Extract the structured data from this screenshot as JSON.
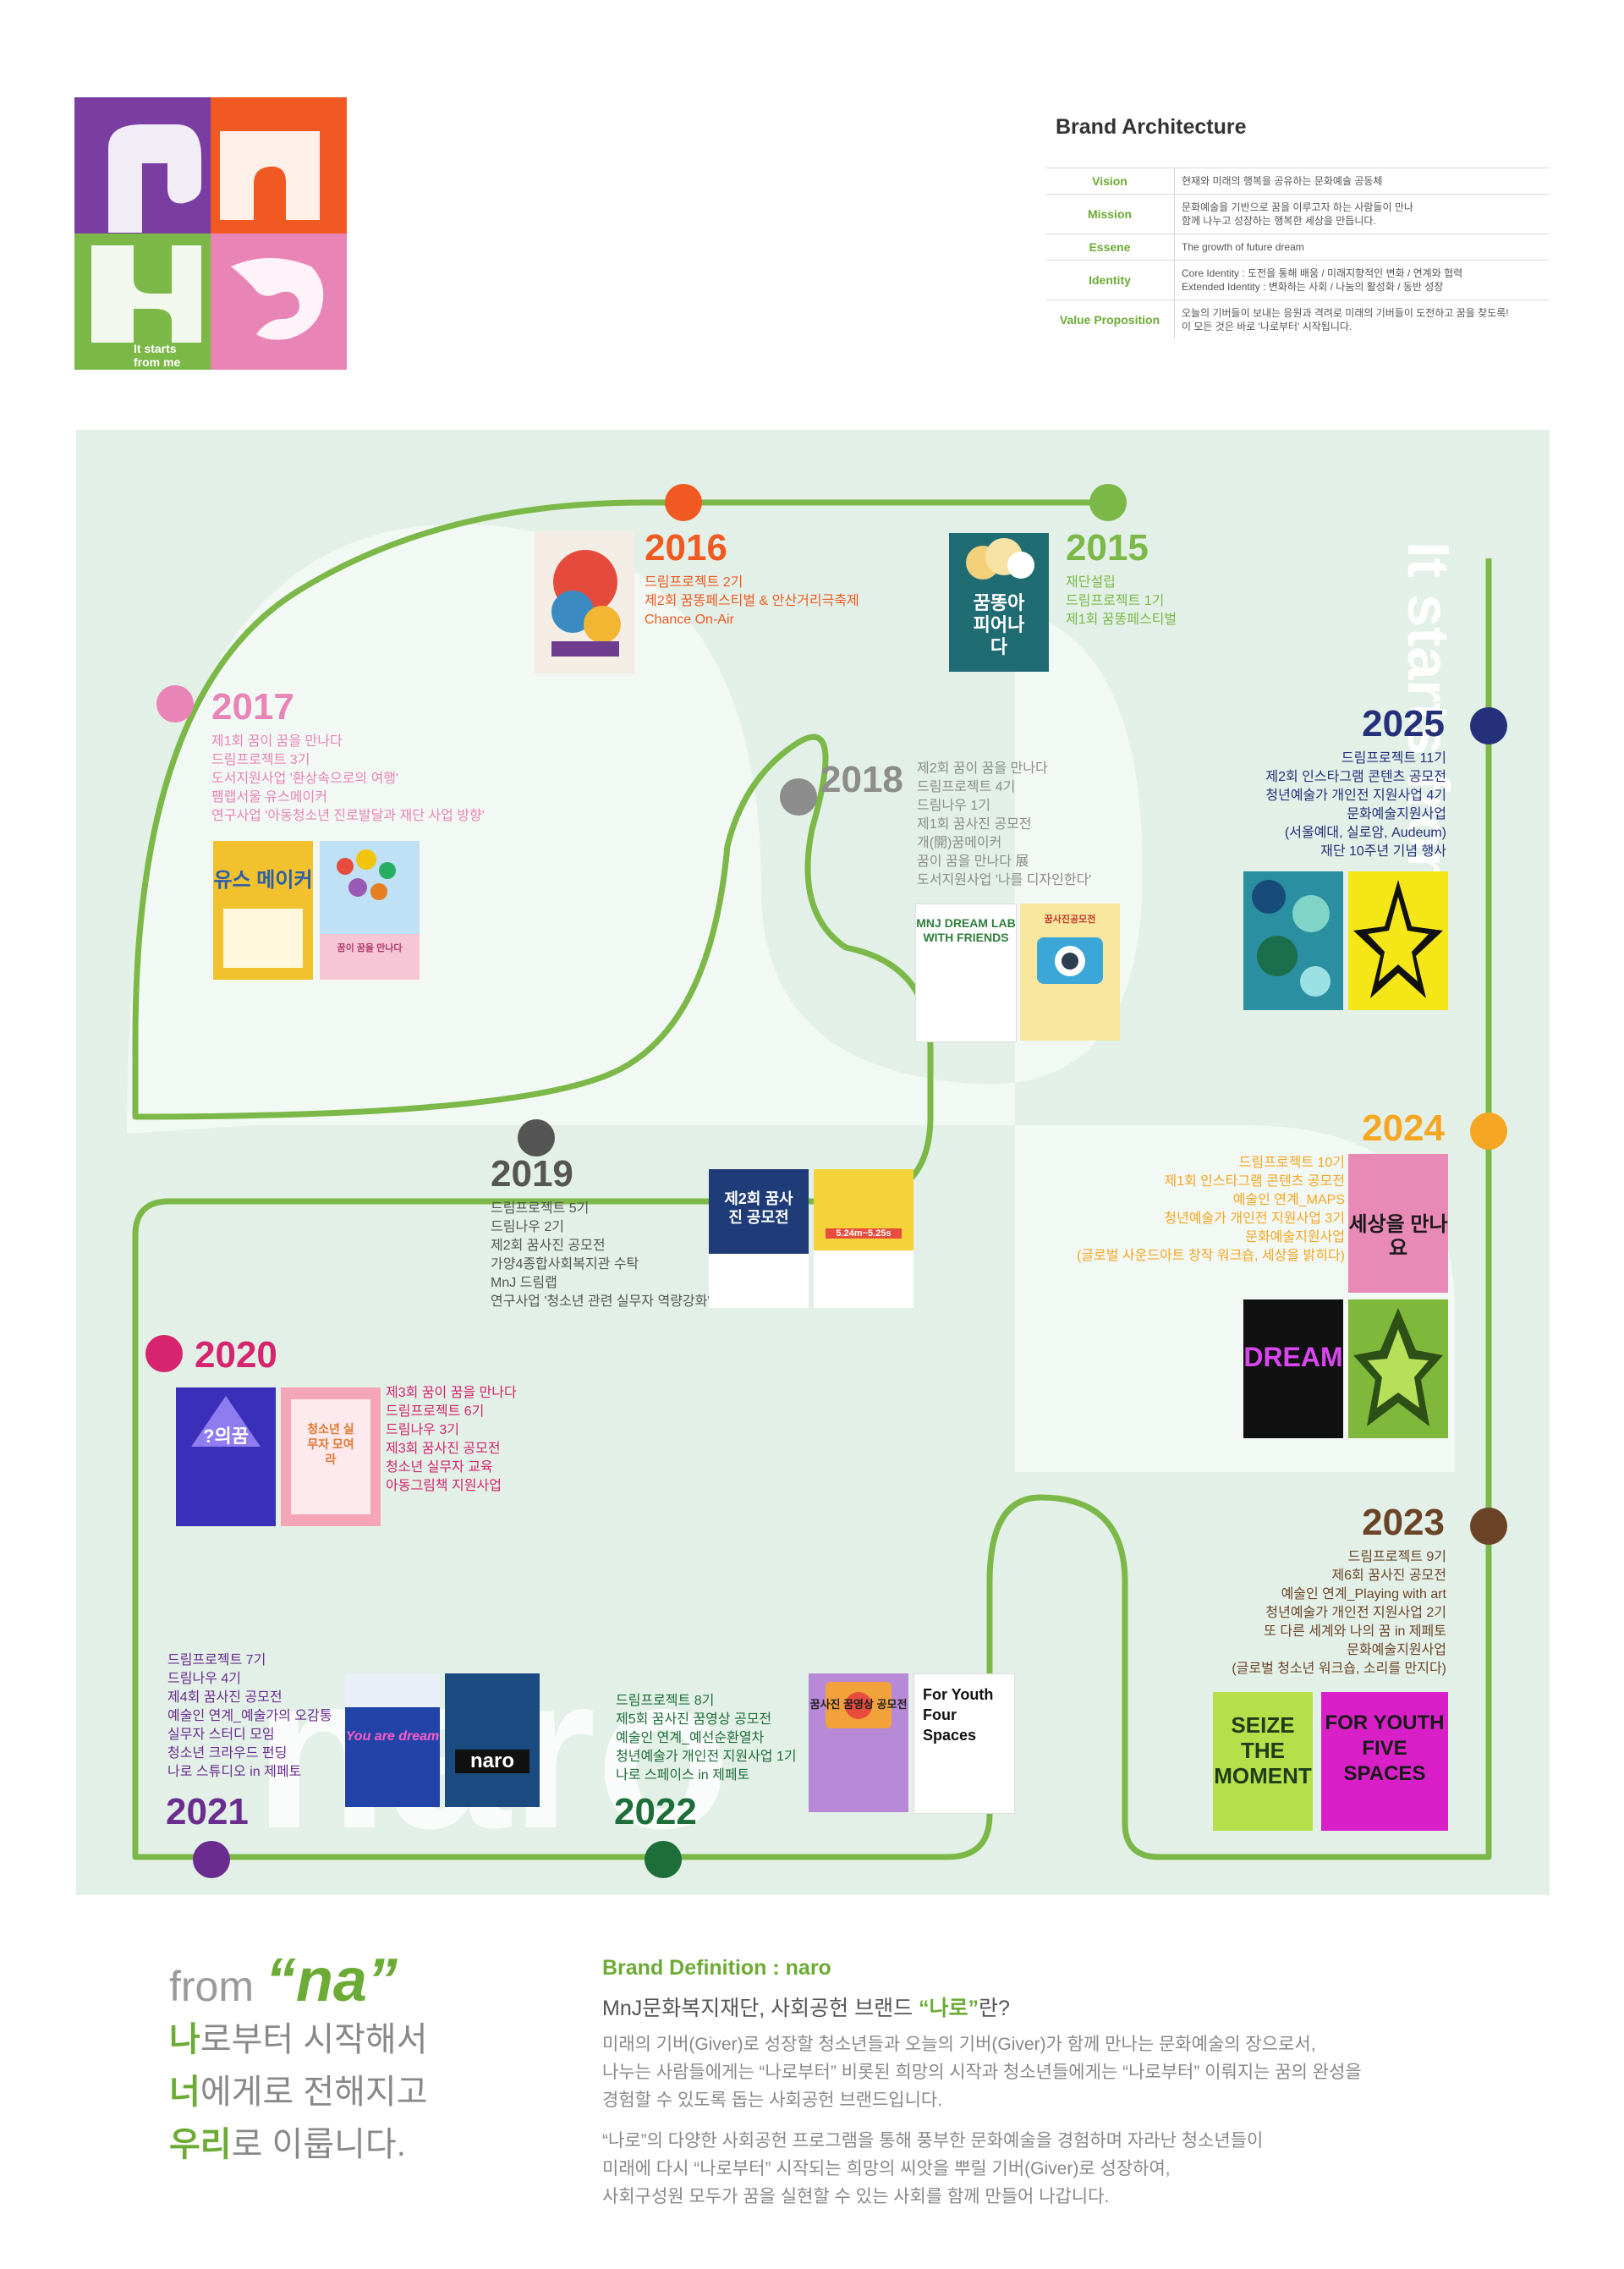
{
  "logo": {
    "tagline_line1": "It starts",
    "tagline_line2": "from me"
  },
  "architecture": {
    "title": "Brand Architecture",
    "rows": [
      {
        "key": "Vision",
        "value": "현재와 미래의 행복을 공유하는 문화예술 공동체"
      },
      {
        "key": "Mission",
        "value": "문화예술을 기반으로 꿈을 이루고자 하는 사람들이 만나\n함께 나누고 성장하는 행복한 세상을 만듭니다."
      },
      {
        "key": "Essene",
        "value": "The growth of future dream"
      },
      {
        "key": "Identity",
        "value": "Core Identity : 도전을 통해 배움 / 미래지향적인 변화 / 연계와 협력\nExtended Identity : 변화하는 사회 / 나눔의 활성화 / 동반 성장"
      },
      {
        "key": "Value Proposition",
        "value": "오늘의 기버들이 보내는 응원과 격려로 미래의 기버들이 도전하고 꿈을 찾도록!\n이 모든 것은 바로 '나로부터' 시작됩니다."
      }
    ]
  },
  "timeline": {
    "side_text": "It starts from me",
    "watermark": "naro",
    "years": [
      {
        "year": "2015",
        "color": "#7bb848",
        "lines": "재단설립\n드림프로젝트 1기\n제1회 꿈똥페스티벌"
      },
      {
        "year": "2016",
        "color": "#f05a22",
        "lines": "드림프로젝트 2기\n제2회 꿈똥페스티벌 & 안산거리극축제\nChance On-Air"
      },
      {
        "year": "2017",
        "color": "#e985b6",
        "lines": "제1회 꿈이 꿈을 만나다\n드림프로젝트 3기\n도서지원사업 '환상속으로의 여행'\n팸랩서울 유스메이커\n연구사업 '아동청소년 진로발달과 재단 사업 방향'"
      },
      {
        "year": "2018",
        "color": "#8c8c8c",
        "lines": "제2회 꿈이 꿈을 만나다\n드림프로젝트 4기\n드림나우 1기\n제1회 꿈사진 공모전\n개(開)꿈메이커\n꿈이 꿈을 만나다 展\n도서지원사업 '나를 디자인한다'"
      },
      {
        "year": "2019",
        "color": "#555555",
        "lines": "드림프로젝트 5기\n드림나우 2기\n제2회 꿈사진 공모전\n가양4종합사회복지관 수탁\nMnJ 드림랩\n연구사업 '청소년 관련 실무자 역량강화'"
      },
      {
        "year": "2020",
        "color": "#d6246e",
        "lines": "제3회 꿈이 꿈을 만나다\n드림프로젝트 6기\n드림나우 3기\n제3회 꿈사진 공모전\n청소년 실무자 교육\n아동그림책 지원사업"
      },
      {
        "year": "2021",
        "color": "#6a2c8f",
        "lines": "드림프로젝트 7기\n드림나우 4기\n제4회 꿈사진 공모전\n예술인 연계_예술가의 오감통\n실무자 스터디 모임\n청소년 크라우드 펀딩\n나로 스튜디오 in 제페토"
      },
      {
        "year": "2022",
        "color": "#1e6e3a",
        "lines": "드림프로젝트 8기\n제5회 꿈사진 꿈영상 공모전\n예술인 연계_예선순환열차\n청년예술가 개인전 지원사업 1기\n나로 스페이스 in 제페토"
      },
      {
        "year": "2023",
        "color": "#6b4428",
        "lines": "드림프로젝트 9기\n제6회 꿈사진 공모전\n예술인 연계_Playing with art\n청년예술가 개인전 지원사업 2기\n또 다른 세계와 나의 꿈 in 제페토\n문화예술지원사업\n(글로벌 청소년 워크숍, 소리를 만지다)"
      },
      {
        "year": "2024",
        "color": "#f5a623",
        "lines": "드림프로젝트 10기\n제1회 인스타그램 콘텐츠 공모전\n예술인 연계_MAPS\n청년예술가 개인전 지원사업 3기\n문화예술지원사업\n(글로벌 사운드아트 창작 워크숍, 세상을 밝히다)"
      },
      {
        "year": "2025",
        "color": "#24307a",
        "lines": "드림프로젝트 11기\n제2회 인스타그램 콘텐츠 공모전\n청년예술가 개인전 지원사업 4기\n문화예술지원사업\n(서울예대, 실로암, Audeum)\n재단 10주년 기념 행사"
      }
    ],
    "posters": {
      "p2015": "꿈똥아 피어나다",
      "p2017a": "유스 메이커",
      "p2017b": "꿈이 꿈을 만나다",
      "p2018a": "MNJ DREAM LAB WITH FRIENDS",
      "p2018b": "꿈사진공모전",
      "p2019a": "제2회 꿈사진 공모전",
      "p2019b": "5.24m~5.25s",
      "p2020a": "?의꿈",
      "p2020b": "청소년 실무자 모여라",
      "p2021a": "You are dream",
      "p2021b": "naro",
      "p2022a": "꿈사진 꿈영상 공모전",
      "p2022b": "For Youth Four Spaces",
      "p2023a": "SEIZE THE MOMENT",
      "p2023b": "FOR YOUTH FIVE SPACES",
      "p2024a": "세상을 만나요",
      "p2024b": "DREAM",
      "p2024c": "",
      "p2025a": "",
      "p2025b": ""
    }
  },
  "bottom": {
    "from_prefix": "from",
    "from_word": "“na”",
    "slogan": [
      {
        "em": "나",
        "rest": "로부터 시작해서"
      },
      {
        "em": "너",
        "rest": "에게로 전해지고"
      },
      {
        "em": "우리",
        "rest": "로 이룹니다."
      }
    ],
    "definition_title": "Brand Definition : naro",
    "definition_sub_prefix": "MnJ문화복지재단, 사회공헌 브랜드 ",
    "definition_sub_em": "“나로”",
    "definition_sub_suffix": "란?",
    "paragraph1": "미래의 기버(Giver)로 성장할 청소년들과 오늘의 기버(Giver)가 함께 만나는 문화예술의 장으로서,\n나누는 사람들에게는 “나로부터” 비롯된 희망의 시작과 청소년들에게는 “나로부터” 이뤄지는 꿈의 완성을\n경험할 수 있도록 돕는 사회공헌 브랜드입니다.",
    "paragraph2": "“나로”의 다양한 사회공헌 프로그램을 통해 풍부한 문화예술을 경험하며 자라난 청소년들이\n미래에 다시 “나로부터” 시작되는 희망의 씨앗을 뿌릴 기버(Giver)로 성장하여,\n사회구성원 모두가 꿈을 실현할 수 있는 사회를 함께 만들어 나갑니다."
  }
}
